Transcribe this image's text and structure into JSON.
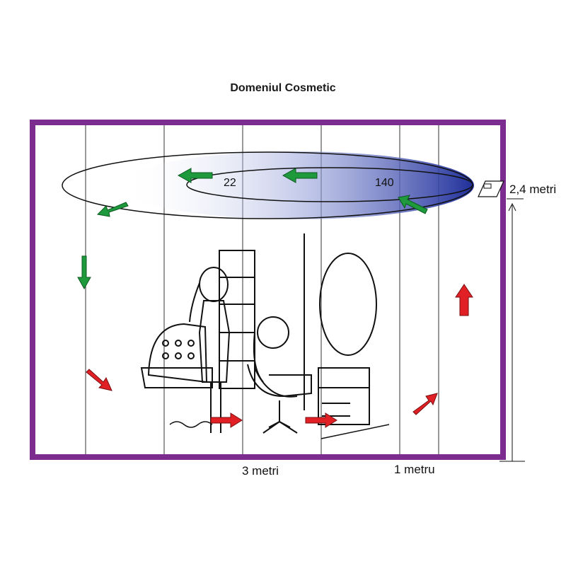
{
  "title": "Domeniul Cosmetic",
  "labels": {
    "inner_value": "22",
    "outer_value": "140",
    "distance_far": "3 metri",
    "distance_near": "1 metru",
    "mount_height": "2,4 metri"
  },
  "colors": {
    "frame": "#7b2c8e",
    "airflow_blue": "#2e3f9e",
    "arrow_green": "#1e9a3c",
    "arrow_red": "#e02024"
  }
}
